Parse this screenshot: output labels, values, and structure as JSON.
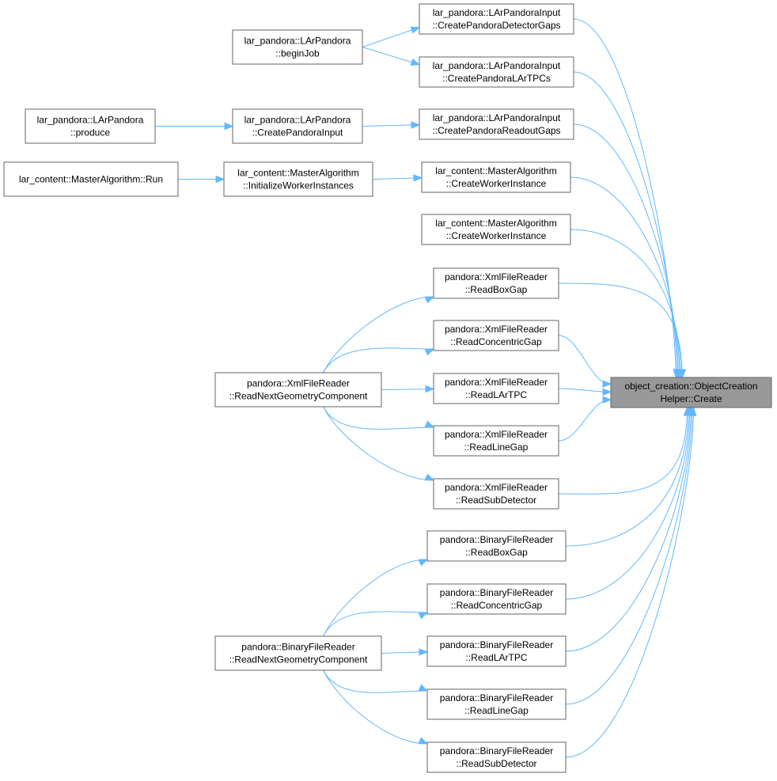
{
  "nodes": [
    {
      "id": "create",
      "lines": [
        "object_creation::ObjectCreation",
        "Helper::Create"
      ],
      "root": true
    },
    {
      "id": "detgaps",
      "lines": [
        "lar_pandora::LArPandoraInput",
        "::CreatePandoraDetectorGaps"
      ]
    },
    {
      "id": "lartpcs",
      "lines": [
        "lar_pandora::LArPandoraInput",
        "::CreatePandoraLArTPCs"
      ]
    },
    {
      "id": "readoutgaps",
      "lines": [
        "lar_pandora::LArPandoraInput",
        "::CreatePandoraReadoutGaps"
      ]
    },
    {
      "id": "cwi1",
      "lines": [
        "lar_content::MasterAlgorithm",
        "::CreateWorkerInstance"
      ]
    },
    {
      "id": "cwi2",
      "lines": [
        "lar_content::MasterAlgorithm",
        "::CreateWorkerInstance"
      ]
    },
    {
      "id": "xboxgap",
      "lines": [
        "pandora::XmlFileReader",
        "::ReadBoxGap"
      ]
    },
    {
      "id": "xconc",
      "lines": [
        "pandora::XmlFileReader",
        "::ReadConcentricGap"
      ]
    },
    {
      "id": "xlartpc",
      "lines": [
        "pandora::XmlFileReader",
        "::ReadLArTPC"
      ]
    },
    {
      "id": "xline",
      "lines": [
        "pandora::XmlFileReader",
        "::ReadLineGap"
      ]
    },
    {
      "id": "xsub",
      "lines": [
        "pandora::XmlFileReader",
        "::ReadSubDetector"
      ]
    },
    {
      "id": "bboxgap",
      "lines": [
        "pandora::BinaryFileReader",
        "::ReadBoxGap"
      ]
    },
    {
      "id": "bconc",
      "lines": [
        "pandora::BinaryFileReader",
        "::ReadConcentricGap"
      ]
    },
    {
      "id": "blartpc",
      "lines": [
        "pandora::BinaryFileReader",
        "::ReadLArTPC"
      ]
    },
    {
      "id": "bline",
      "lines": [
        "pandora::BinaryFileReader",
        "::ReadLineGap"
      ]
    },
    {
      "id": "bsub",
      "lines": [
        "pandora::BinaryFileReader",
        "::ReadSubDetector"
      ]
    },
    {
      "id": "beginjob",
      "lines": [
        "lar_pandora::LArPandora",
        "::beginJob"
      ]
    },
    {
      "id": "cpi",
      "lines": [
        "lar_pandora::LArPandora",
        "::CreatePandoraInput"
      ]
    },
    {
      "id": "produce",
      "lines": [
        "lar_pandora::LArPandora",
        "::produce"
      ]
    },
    {
      "id": "iwi",
      "lines": [
        "lar_content::MasterAlgorithm",
        "::InitializeWorkerInstances"
      ]
    },
    {
      "id": "run",
      "lines": [
        "lar_content::MasterAlgorithm::Run"
      ]
    },
    {
      "id": "xnext",
      "lines": [
        "pandora::XmlFileReader",
        "::ReadNextGeometryComponent"
      ]
    },
    {
      "id": "bnext",
      "lines": [
        "pandora::BinaryFileReader",
        "::ReadNextGeometryComponent"
      ]
    }
  ],
  "edges": [
    {
      "from": "detgaps",
      "to": "create"
    },
    {
      "from": "lartpcs",
      "to": "create"
    },
    {
      "from": "readoutgaps",
      "to": "create"
    },
    {
      "from": "cwi1",
      "to": "create"
    },
    {
      "from": "cwi2",
      "to": "create"
    },
    {
      "from": "xboxgap",
      "to": "create"
    },
    {
      "from": "xconc",
      "to": "create"
    },
    {
      "from": "xlartpc",
      "to": "create"
    },
    {
      "from": "xline",
      "to": "create"
    },
    {
      "from": "xsub",
      "to": "create"
    },
    {
      "from": "bboxgap",
      "to": "create"
    },
    {
      "from": "bconc",
      "to": "create"
    },
    {
      "from": "blartpc",
      "to": "create"
    },
    {
      "from": "bline",
      "to": "create"
    },
    {
      "from": "bsub",
      "to": "create"
    },
    {
      "from": "beginjob",
      "to": "detgaps"
    },
    {
      "from": "beginjob",
      "to": "lartpcs"
    },
    {
      "from": "cpi",
      "to": "readoutgaps"
    },
    {
      "from": "produce",
      "to": "cpi"
    },
    {
      "from": "iwi",
      "to": "cwi1"
    },
    {
      "from": "run",
      "to": "iwi"
    },
    {
      "from": "xnext",
      "to": "xboxgap"
    },
    {
      "from": "xnext",
      "to": "xconc"
    },
    {
      "from": "xnext",
      "to": "xlartpc"
    },
    {
      "from": "xnext",
      "to": "xline"
    },
    {
      "from": "xnext",
      "to": "xsub"
    },
    {
      "from": "bnext",
      "to": "bboxgap"
    },
    {
      "from": "bnext",
      "to": "bconc"
    },
    {
      "from": "bnext",
      "to": "blartpc"
    },
    {
      "from": "bnext",
      "to": "bline"
    },
    {
      "from": "bnext",
      "to": "bsub"
    }
  ],
  "colors": {
    "edge": "#63b8ff",
    "node_border": "#666666",
    "root_fill": "#999999",
    "node_fill": "#ffffff"
  }
}
